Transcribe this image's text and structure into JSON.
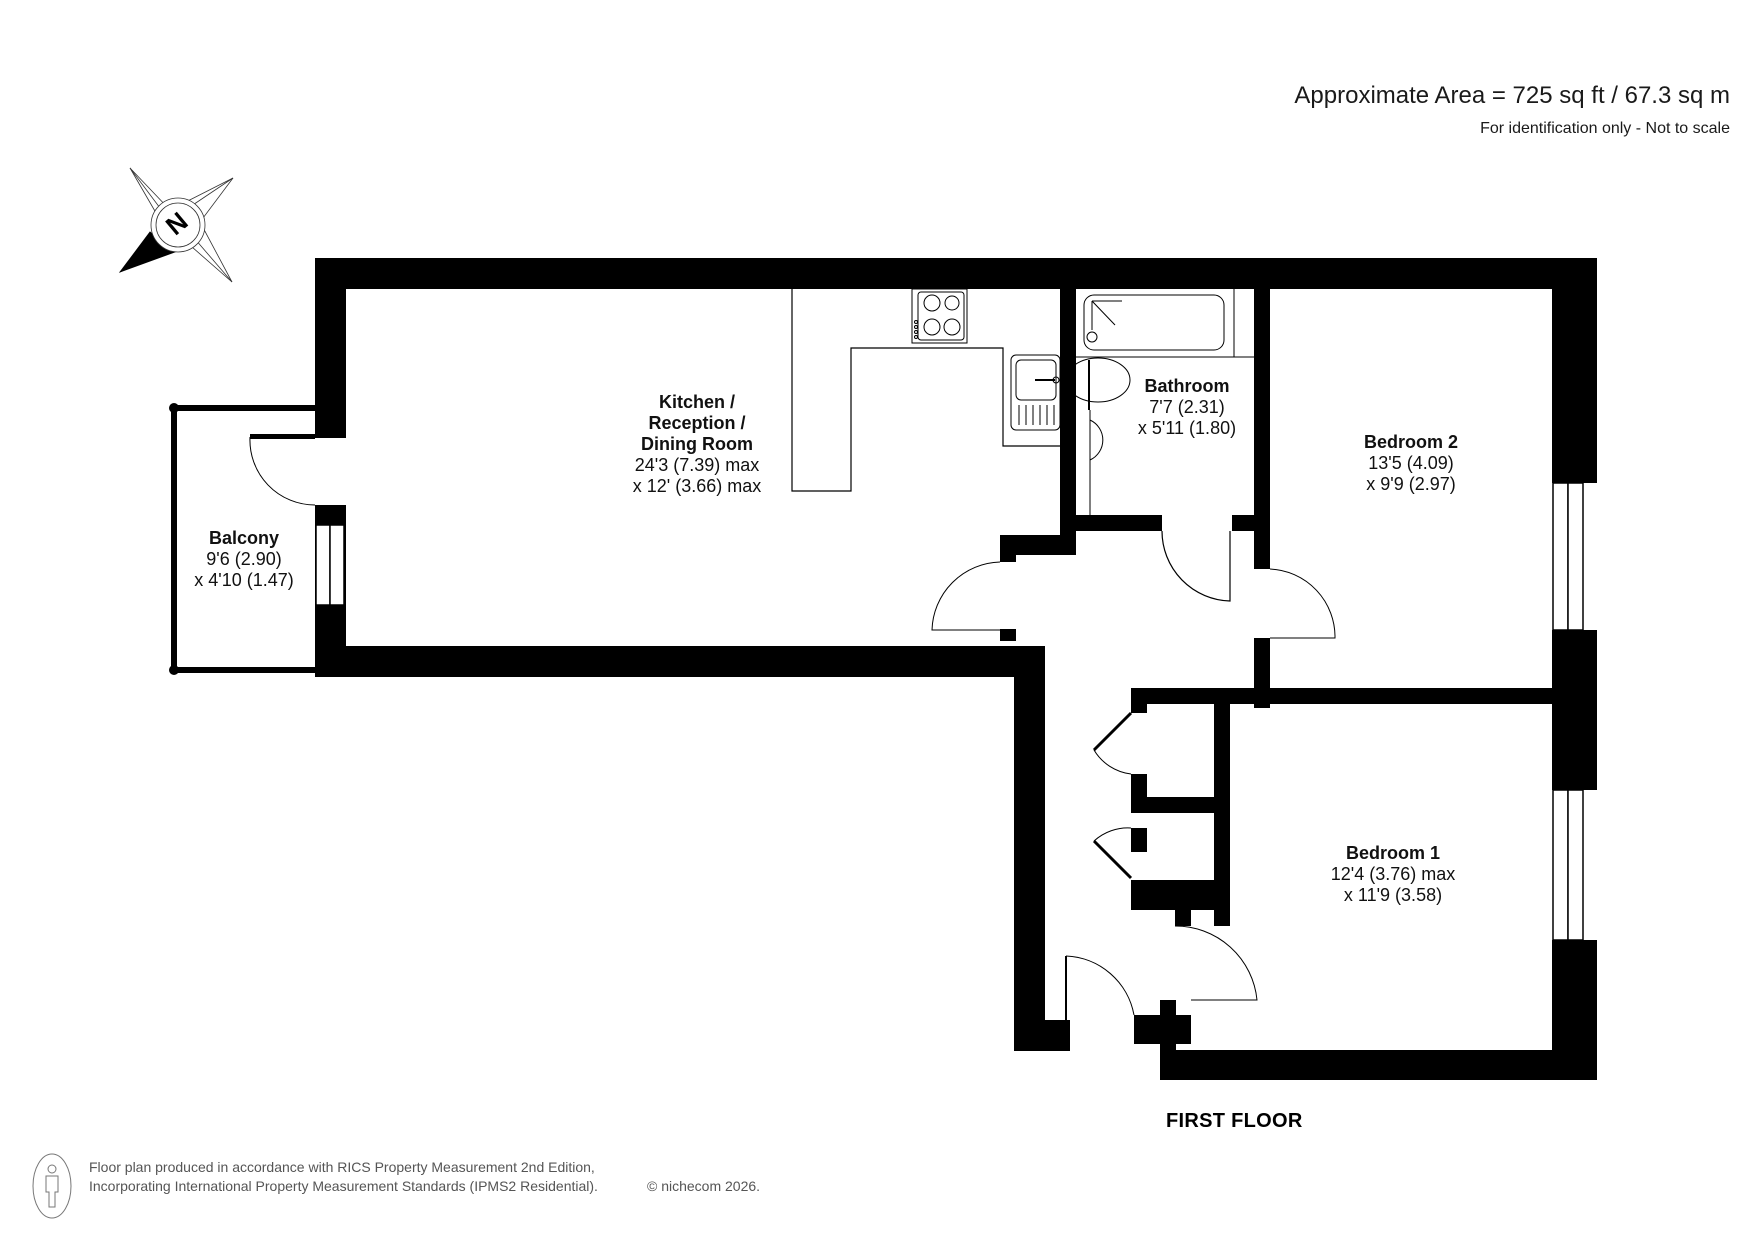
{
  "header": {
    "approximate_area": "Approximate Area = 725 sq ft / 67.3 sq m",
    "disclaimer": "For identification only - Not to scale"
  },
  "compass": {
    "icon": "north-compass-icon",
    "letter": "N"
  },
  "rooms": [
    {
      "id": "kitchen",
      "name_lines": [
        "Kitchen /",
        "Reception /",
        "Dining Room"
      ],
      "dim1": "24'3 (7.39) max",
      "dim2": "x 12' (3.66) max"
    },
    {
      "id": "bathroom",
      "name": "Bathroom",
      "dim1": "7'7 (2.31)",
      "dim2": "x 5'11 (1.80)"
    },
    {
      "id": "bedroom2",
      "name": "Bedroom 2",
      "dim1": "13'5 (4.09)",
      "dim2": "x 9'9 (2.97)"
    },
    {
      "id": "balcony",
      "name": "Balcony",
      "dim1": "9'6 (2.90)",
      "dim2": "x 4'10 (1.47)"
    },
    {
      "id": "bedroom1",
      "name": "Bedroom 1",
      "dim1": "12'4 (3.76) max",
      "dim2": "x 11'9 (3.58)"
    }
  ],
  "floor_label": "FIRST FLOOR",
  "footer": {
    "line1": "Floor plan produced in accordance with RICS Property Measurement 2nd Edition,",
    "line2": "Incorporating International Property Measurement Standards (IPMS2 Residential).",
    "copyright": "© nichecom 2026."
  },
  "colors": {
    "wall": "#000000",
    "background": "#ffffff",
    "footer_text": "#555555"
  }
}
